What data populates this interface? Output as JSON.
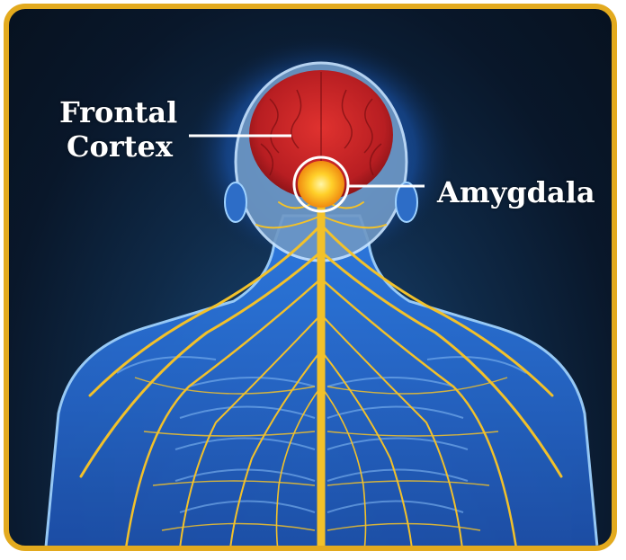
{
  "labels": {
    "frontal_line1": "Frontal",
    "frontal_line2": "Cortex",
    "amygdala": "Amygdala"
  },
  "colors": {
    "border": "#e3aa1e",
    "background": "#0b1d33",
    "brain": "#c0262a",
    "nerves": "#f2c12a",
    "body_glow": "#2a7fe0",
    "pointer": "#ffffff"
  }
}
